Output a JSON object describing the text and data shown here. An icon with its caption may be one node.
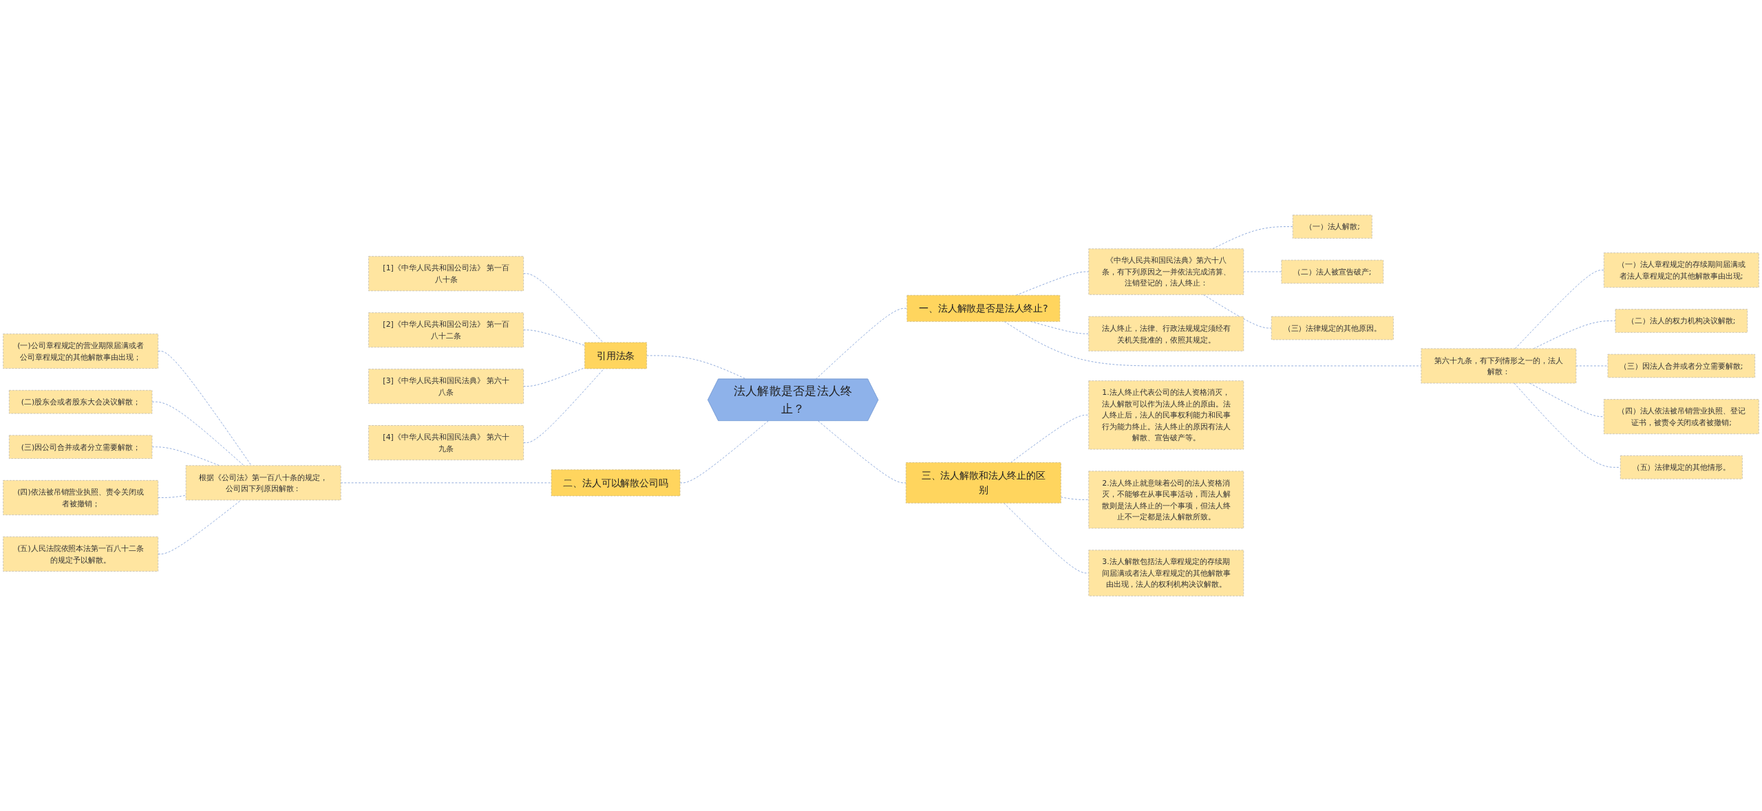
{
  "diagram": {
    "nodes": [
      {
        "text": [
          "法人解散是否是法人终止？"
        ]
      },
      {
        "text": [
          "一、法人解散是否是法人终止?"
        ]
      },
      {
        "text": [
          "《中华人民共和国民法典》第六十八条，有下列原因之一并依法完成清算、注销登记的，法人终止："
        ]
      },
      {
        "text": [
          "（一）法人解散;"
        ]
      },
      {
        "text": [
          "（二）法人被宣告破产;"
        ]
      },
      {
        "text": [
          "（三）法律规定的其他原因。"
        ]
      },
      {
        "text": [
          "法人终止，法律、行政法规规定须经有关机关批准的，依照其规定。"
        ]
      },
      {
        "text": [
          "第六十九条，有下列情形之一的，法人解散："
        ]
      },
      {
        "text": [
          "（一）法人章程规定的存续期间届满或者法人章程规定的其他解散事由出现;"
        ]
      },
      {
        "text": [
          "（二）法人的权力机构决议解散;"
        ]
      },
      {
        "text": [
          "（三）因法人合并或者分立需要解散;"
        ]
      },
      {
        "text": [
          "（四）法人依法被吊销营业执照、登记证书，被责令关闭或者被撤销;"
        ]
      },
      {
        "text": [
          "（五）法律规定的其他情形。"
        ]
      },
      {
        "text": [
          "三、法人解散和法人终止的区别"
        ]
      },
      {
        "text": [
          "1.法人终止代表公司的法人资格消灭，法人解散可以作为法人终止的原由。法人终止后，法人的民事权利能力和民事行为能力终止。法人终止的原因有法人解散、宣告破产等。"
        ]
      },
      {
        "text": [
          "2.法人终止就意味着公司的法人资格消灭，不能够在从事民事活动，而法人解散则是法人终止的一个事项，但法人终止不一定都是法人解散所致。"
        ]
      },
      {
        "text": [
          "3.法人解散包括法人章程规定的存续期间届满或者法人章程规定的其他解散事由出现，法人的权利机构决议解散。"
        ]
      },
      {
        "text": [
          "二、法人可以解散公司吗"
        ]
      },
      {
        "text": [
          "根据《公司法》第一百八十条的规定，公司因下列原因解散："
        ]
      },
      {
        "text": [
          "(一)公司章程规定的营业期限届满或者公司章程规定的其他解散事由出现；"
        ]
      },
      {
        "text": [
          "(二)股东会或者股东大会决议解散；"
        ]
      },
      {
        "text": [
          "(三)因公司合并或者分立需要解散；"
        ]
      },
      {
        "text": [
          "(四)依法被吊销营业执照、责令关闭或者被撤销；"
        ]
      },
      {
        "text": [
          "(五)人民法院依照本法第一百八十二条的规定予以解散。"
        ]
      },
      {
        "text": [
          "引用法条"
        ]
      },
      {
        "text": [
          "[1]《中华人民共和国公司法》 第一百八十条"
        ]
      },
      {
        "text": [
          "[2]《中华人民共和国公司法》 第一百八十二条"
        ]
      },
      {
        "text": [
          "[3]《中华人民共和国民法典》 第六十八条"
        ]
      },
      {
        "text": [
          "[4]《中华人民共和国民法典》 第六十九条"
        ]
      }
    ],
    "edges": [
      {
        "from": 0,
        "to": 1,
        "arrow": "none",
        "style": "dashed"
      },
      {
        "from": 1,
        "to": 2,
        "arrow": "none",
        "style": "dashed"
      },
      {
        "from": 2,
        "to": 3,
        "arrow": "none",
        "style": "dashed"
      },
      {
        "from": 2,
        "to": 4,
        "arrow": "none",
        "style": "dashed"
      },
      {
        "from": 2,
        "to": 5,
        "arrow": "none",
        "style": "dashed"
      },
      {
        "from": 1,
        "to": 6,
        "arrow": "none",
        "style": "dashed"
      },
      {
        "from": 1,
        "to": 7,
        "arrow": "none",
        "style": "dashed"
      },
      {
        "from": 7,
        "to": 8,
        "arrow": "none",
        "style": "dashed"
      },
      {
        "from": 7,
        "to": 9,
        "arrow": "none",
        "style": "dashed"
      },
      {
        "from": 7,
        "to": 10,
        "arrow": "none",
        "style": "dashed"
      },
      {
        "from": 7,
        "to": 11,
        "arrow": "none",
        "style": "dashed"
      },
      {
        "from": 7,
        "to": 12,
        "arrow": "none",
        "style": "dashed"
      },
      {
        "from": 0,
        "to": 13,
        "arrow": "none",
        "style": "dashed"
      },
      {
        "from": 13,
        "to": 14,
        "arrow": "none",
        "style": "dashed"
      },
      {
        "from": 13,
        "to": 15,
        "arrow": "none",
        "style": "dashed"
      },
      {
        "from": 13,
        "to": 16,
        "arrow": "none",
        "style": "dashed"
      },
      {
        "from": 0,
        "to": 17,
        "arrow": "none",
        "style": "dashed"
      },
      {
        "from": 17,
        "to": 18,
        "arrow": "none",
        "style": "dashed"
      },
      {
        "from": 18,
        "to": 19,
        "arrow": "none",
        "style": "dashed"
      },
      {
        "from": 18,
        "to": 20,
        "arrow": "none",
        "style": "dashed"
      },
      {
        "from": 18,
        "to": 21,
        "arrow": "none",
        "style": "dashed"
      },
      {
        "from": 18,
        "to": 22,
        "arrow": "none",
        "style": "dashed"
      },
      {
        "from": 18,
        "to": 23,
        "arrow": "none",
        "style": "dashed"
      },
      {
        "from": 0,
        "to": 24,
        "arrow": "none",
        "style": "dashed"
      },
      {
        "from": 24,
        "to": 25,
        "arrow": "none",
        "style": "dashed"
      },
      {
        "from": 24,
        "to": 26,
        "arrow": "none",
        "style": "dashed"
      },
      {
        "from": 24,
        "to": 27,
        "arrow": "none",
        "style": "dashed"
      },
      {
        "from": 24,
        "to": 28,
        "arrow": "none",
        "style": "dashed"
      }
    ]
  }
}
